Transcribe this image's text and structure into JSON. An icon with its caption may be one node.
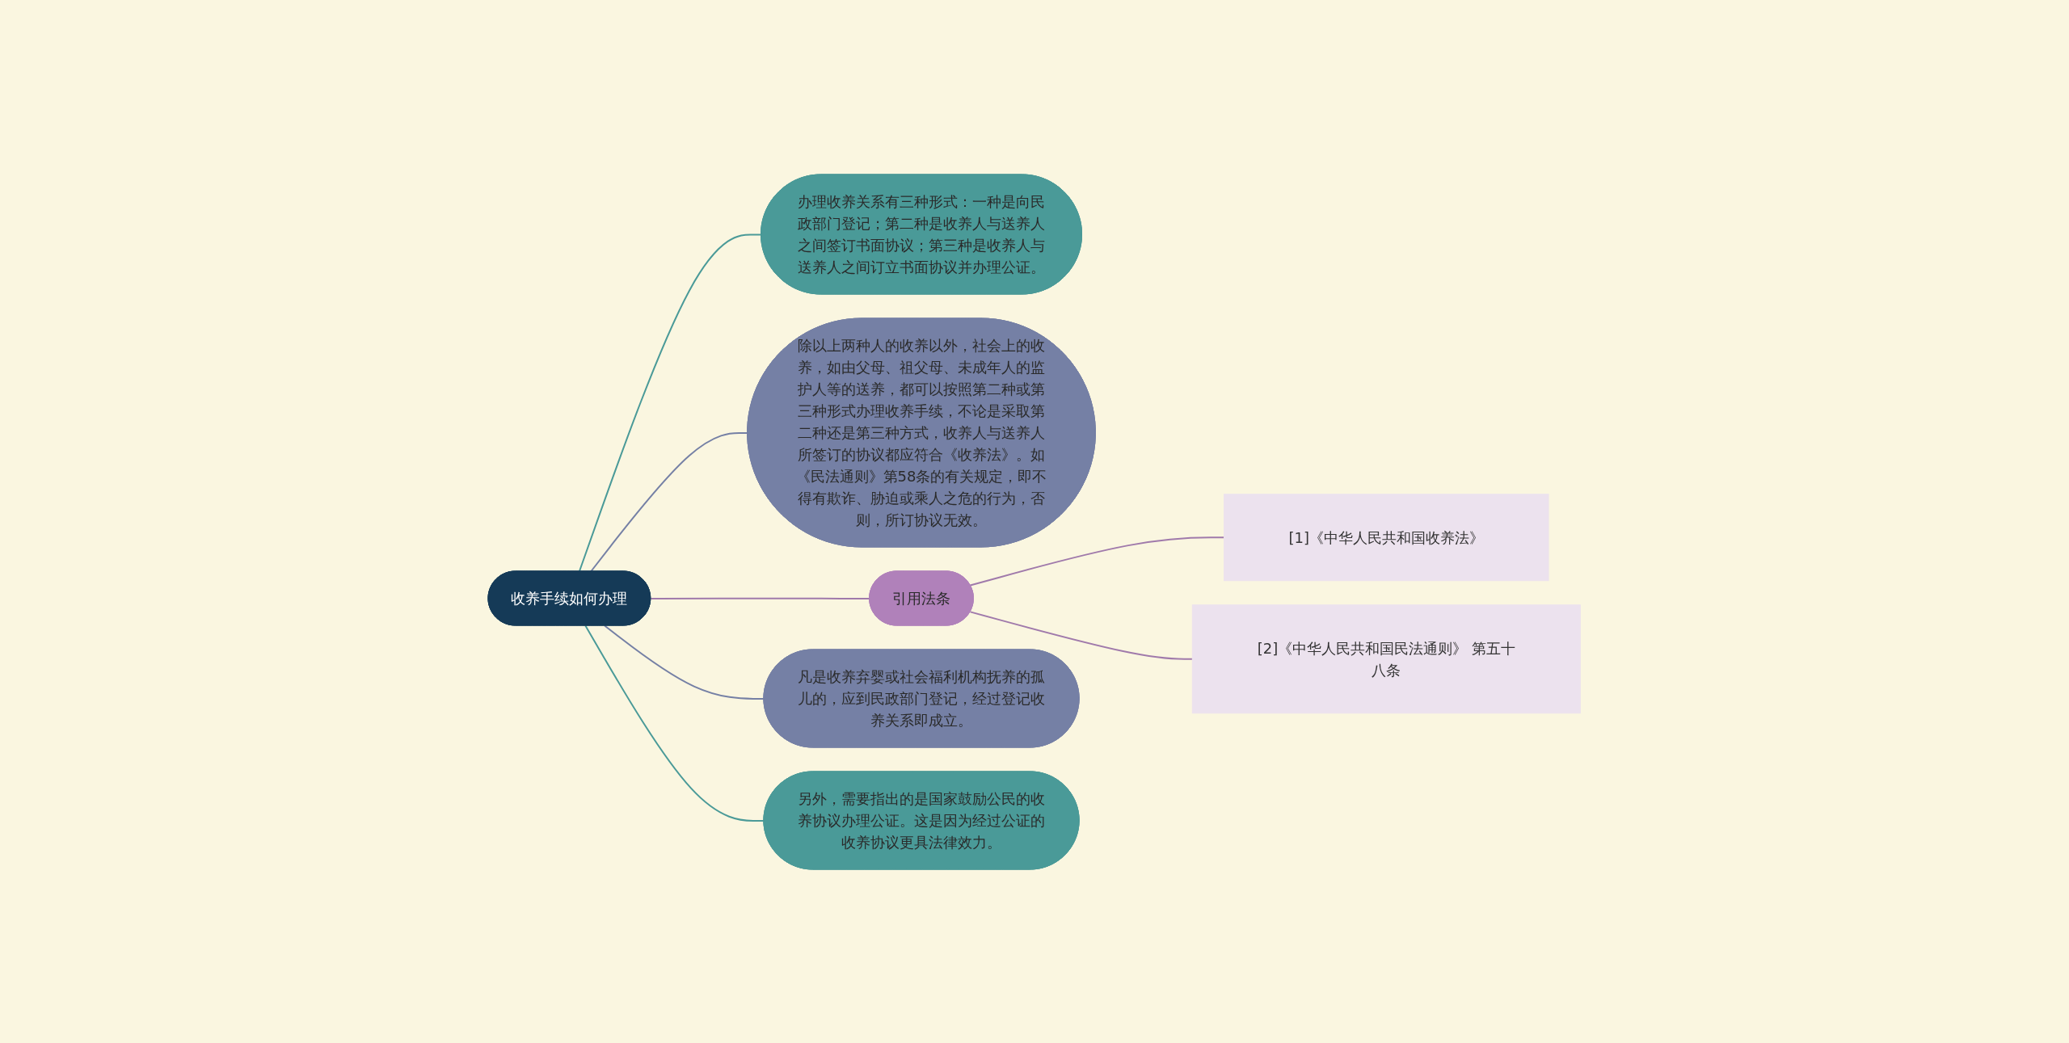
{
  "diagram": {
    "nodes": [
      {
        "text": [
          "收养手续如何办理"
        ]
      },
      {
        "text": [
          "办理收养关系有三种形式：一种是向民政部门登记；第二种是收养人与送养人之间签订书面协议；第三种是收养人与送养人之间订立书面协议并办理公证。"
        ]
      },
      {
        "text": [
          "除以上两种人的收养以外，社会上的收养，如由父母、祖父母、未成年人的监护人等的送养，都可以按照第二种或第三种形式办理收养手续，不论是采取第二种还是第三种方式，收养人与送养人所签订的协议都应符合《收养法》。如《民法通则》第58条的有关规定，即不得有欺诈、胁迫或乘人之危的行为，否则，所订协议无效。"
        ]
      },
      {
        "text": [
          "引用法条"
        ]
      },
      {
        "text": [
          "[1]《中华人民共和国收养法》"
        ]
      },
      {
        "text": [
          "[2]《中华人民共和国民法通则》 第五十八条"
        ]
      },
      {
        "text": [
          "凡是收养弃婴或社会福利机构抚养的孤儿的，应到民政部门登记，经过登记收养关系即成立。"
        ]
      },
      {
        "text": [
          "另外，需要指出的是国家鼓励公民的收养协议办理公证。这是因为经过公证的收养协议更具法律效力。"
        ]
      }
    ],
    "edges": [
      {
        "from": 0,
        "to": 1,
        "arrow": "none",
        "color": "#4a9a98"
      },
      {
        "from": 0,
        "to": 2,
        "arrow": "none",
        "color": "#7580a5"
      },
      {
        "from": 0,
        "to": 3,
        "arrow": "none"
      },
      {
        "from": 3,
        "to": 4,
        "arrow": "none"
      },
      {
        "from": 3,
        "to": 5,
        "arrow": "none"
      },
      {
        "from": 0,
        "to": 6,
        "arrow": "none",
        "color": "#7580a5"
      },
      {
        "from": 0,
        "to": 7,
        "arrow": "none",
        "color": "#4a9a98"
      }
    ]
  }
}
